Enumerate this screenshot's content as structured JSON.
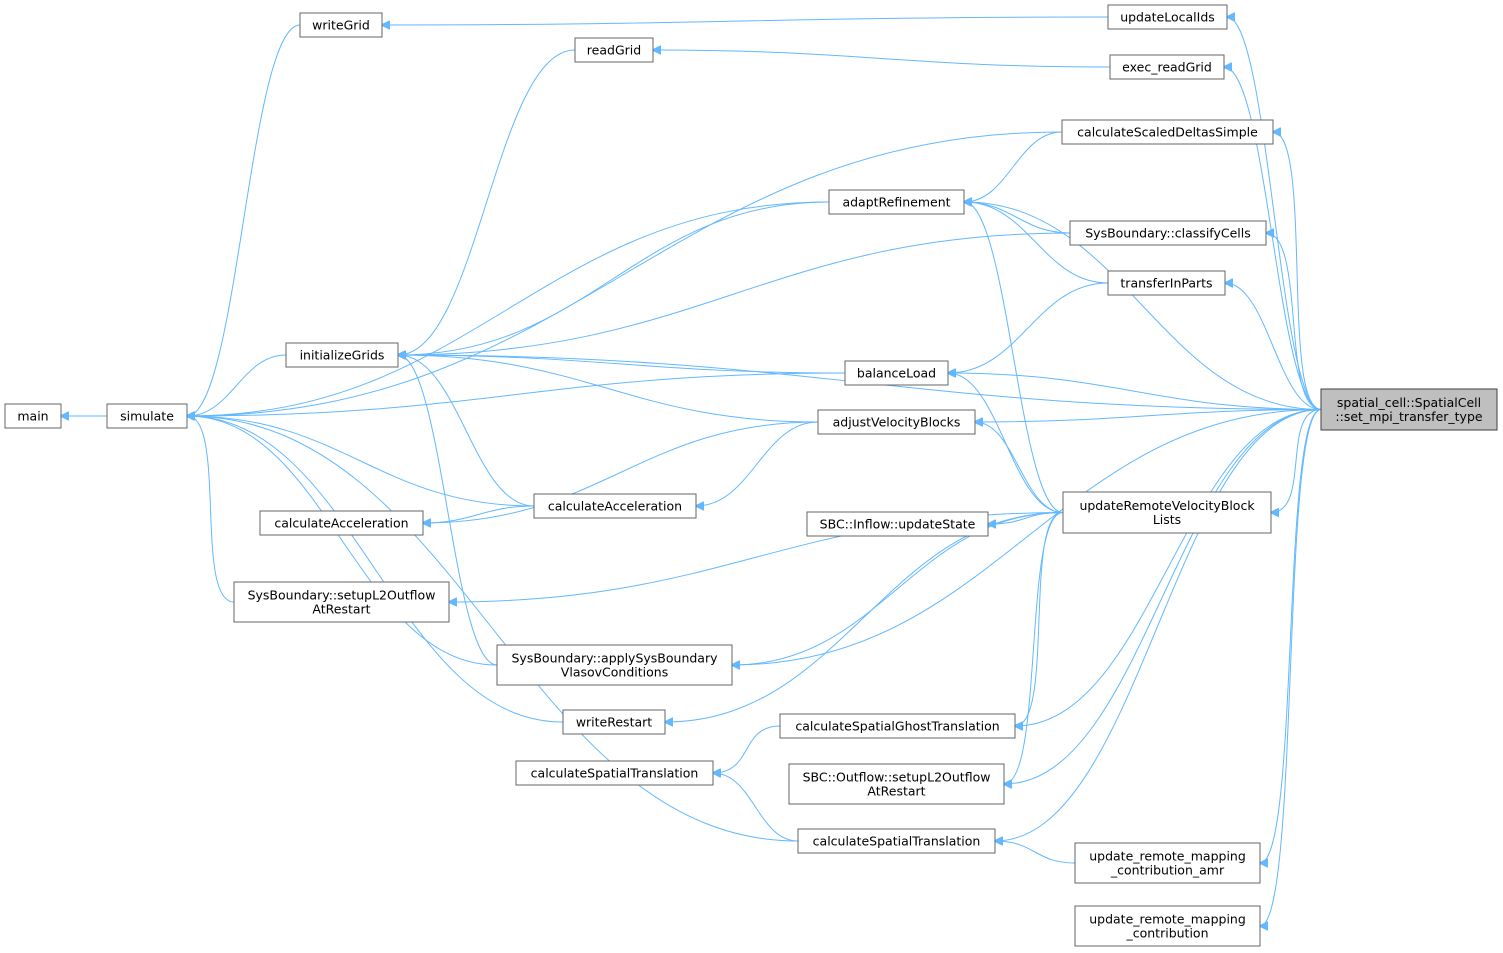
{
  "colors": {
    "edge": "#63b8ff",
    "node_border": "#666666",
    "root_fill": "#bfbfbf",
    "root_border": "#404040",
    "node_fill": "#ffffff"
  },
  "nodes": {
    "main": [
      "main"
    ],
    "simulate": [
      "simulate"
    ],
    "writeGrid": [
      "writeGrid"
    ],
    "readGrid": [
      "readGrid"
    ],
    "initializeGrids": [
      "initializeGrids"
    ],
    "calculateAcceleration_left": [
      "calculateAcceleration"
    ],
    "setupL2OutflowAtRestart_left": [
      "SysBoundary::setupL2Outflow",
      "AtRestart"
    ],
    "writeRestart": [
      "writeRestart"
    ],
    "calculateSpatialTranslation_left": [
      "calculateSpatialTranslation"
    ],
    "calculateAcceleration_mid": [
      "calculateAcceleration"
    ],
    "applySysBoundaryVlasovConditions": [
      "SysBoundary::applySysBoundary",
      "VlasovConditions"
    ],
    "adaptRefinement": [
      "adaptRefinement"
    ],
    "balanceLoad": [
      "balanceLoad"
    ],
    "adjustVelocityBlocks": [
      "adjustVelocityBlocks"
    ],
    "inflowUpdateState": [
      "SBC::Inflow::updateState"
    ],
    "calculateSpatialGhostTranslation": [
      "calculateSpatialGhostTranslation"
    ],
    "outflowSetupL2OutflowAtRestart": [
      "SBC::Outflow::setupL2Outflow",
      "AtRestart"
    ],
    "calculateSpatialTranslation_mid": [
      "calculateSpatialTranslation"
    ],
    "updateLocalIds": [
      "updateLocalIds"
    ],
    "exec_readGrid": [
      "exec_readGrid"
    ],
    "calculateScaledDeltasSimple": [
      "calculateScaledDeltasSimple"
    ],
    "classifyCells": [
      "SysBoundary::classifyCells"
    ],
    "transferInParts": [
      "transferInParts"
    ],
    "updateRemoteVelocityBlockLists": [
      "updateRemoteVelocityBlock",
      "Lists"
    ],
    "update_remote_mapping_contribution_amr": [
      "update_remote_mapping",
      "_contribution_amr"
    ],
    "update_remote_mapping_contribution": [
      "update_remote_mapping",
      "_contribution"
    ],
    "set_mpi_transfer_type": [
      "spatial_cell::SpatialCell",
      "::set_mpi_transfer_type"
    ]
  },
  "root": "set_mpi_transfer_type",
  "edges": [
    [
      "main",
      "simulate"
    ],
    [
      "simulate",
      "writeGrid"
    ],
    [
      "simulate",
      "initializeGrids"
    ],
    [
      "simulate",
      "calculateScaledDeltasSimple"
    ],
    [
      "simulate",
      "adaptRefinement"
    ],
    [
      "simulate",
      "balanceLoad"
    ],
    [
      "simulate",
      "calculateAcceleration_mid"
    ],
    [
      "simulate",
      "setupL2OutflowAtRestart_left"
    ],
    [
      "simulate",
      "applySysBoundaryVlasovConditions"
    ],
    [
      "simulate",
      "writeRestart"
    ],
    [
      "simulate",
      "calculateSpatialTranslation_mid"
    ],
    [
      "initializeGrids",
      "readGrid"
    ],
    [
      "initializeGrids",
      "adaptRefinement"
    ],
    [
      "initializeGrids",
      "classifyCells"
    ],
    [
      "initializeGrids",
      "balanceLoad"
    ],
    [
      "initializeGrids",
      "adjustVelocityBlocks"
    ],
    [
      "initializeGrids",
      "calculateAcceleration_mid"
    ],
    [
      "initializeGrids",
      "applySysBoundaryVlasovConditions"
    ],
    [
      "initializeGrids",
      "set_mpi_transfer_type"
    ],
    [
      "writeGrid",
      "updateLocalIds"
    ],
    [
      "readGrid",
      "exec_readGrid"
    ],
    [
      "calculateAcceleration_left",
      "calculateAcceleration_mid"
    ],
    [
      "calculateAcceleration_left",
      "adjustVelocityBlocks"
    ],
    [
      "calculateAcceleration_mid",
      "adjustVelocityBlocks"
    ],
    [
      "setupL2OutflowAtRestart_left",
      "updateRemoteVelocityBlockLists"
    ],
    [
      "applySysBoundaryVlasovConditions",
      "updateRemoteVelocityBlockLists"
    ],
    [
      "applySysBoundaryVlasovConditions",
      "set_mpi_transfer_type"
    ],
    [
      "writeRestart",
      "updateRemoteVelocityBlockLists"
    ],
    [
      "calculateSpatialTranslation_left",
      "calculateSpatialGhostTranslation"
    ],
    [
      "calculateSpatialTranslation_left",
      "calculateSpatialTranslation_mid"
    ],
    [
      "adaptRefinement",
      "calculateScaledDeltasSimple"
    ],
    [
      "adaptRefinement",
      "classifyCells"
    ],
    [
      "adaptRefinement",
      "transferInParts"
    ],
    [
      "adaptRefinement",
      "updateRemoteVelocityBlockLists"
    ],
    [
      "adaptRefinement",
      "set_mpi_transfer_type"
    ],
    [
      "balanceLoad",
      "transferInParts"
    ],
    [
      "balanceLoad",
      "updateRemoteVelocityBlockLists"
    ],
    [
      "balanceLoad",
      "set_mpi_transfer_type"
    ],
    [
      "adjustVelocityBlocks",
      "updateRemoteVelocityBlockLists"
    ],
    [
      "adjustVelocityBlocks",
      "set_mpi_transfer_type"
    ],
    [
      "inflowUpdateState",
      "updateRemoteVelocityBlockLists"
    ],
    [
      "calculateSpatialGhostTranslation",
      "updateRemoteVelocityBlockLists"
    ],
    [
      "calculateSpatialGhostTranslation",
      "set_mpi_transfer_type"
    ],
    [
      "outflowSetupL2OutflowAtRestart",
      "updateRemoteVelocityBlockLists"
    ],
    [
      "outflowSetupL2OutflowAtRestart",
      "set_mpi_transfer_type"
    ],
    [
      "calculateSpatialTranslation_mid",
      "update_remote_mapping_contribution_amr"
    ],
    [
      "calculateSpatialTranslation_mid",
      "set_mpi_transfer_type"
    ],
    [
      "updateLocalIds",
      "set_mpi_transfer_type"
    ],
    [
      "exec_readGrid",
      "set_mpi_transfer_type"
    ],
    [
      "calculateScaledDeltasSimple",
      "set_mpi_transfer_type"
    ],
    [
      "classifyCells",
      "set_mpi_transfer_type"
    ],
    [
      "transferInParts",
      "set_mpi_transfer_type"
    ],
    [
      "updateRemoteVelocityBlockLists",
      "set_mpi_transfer_type"
    ],
    [
      "update_remote_mapping_contribution_amr",
      "set_mpi_transfer_type"
    ],
    [
      "update_remote_mapping_contribution",
      "set_mpi_transfer_type"
    ]
  ]
}
